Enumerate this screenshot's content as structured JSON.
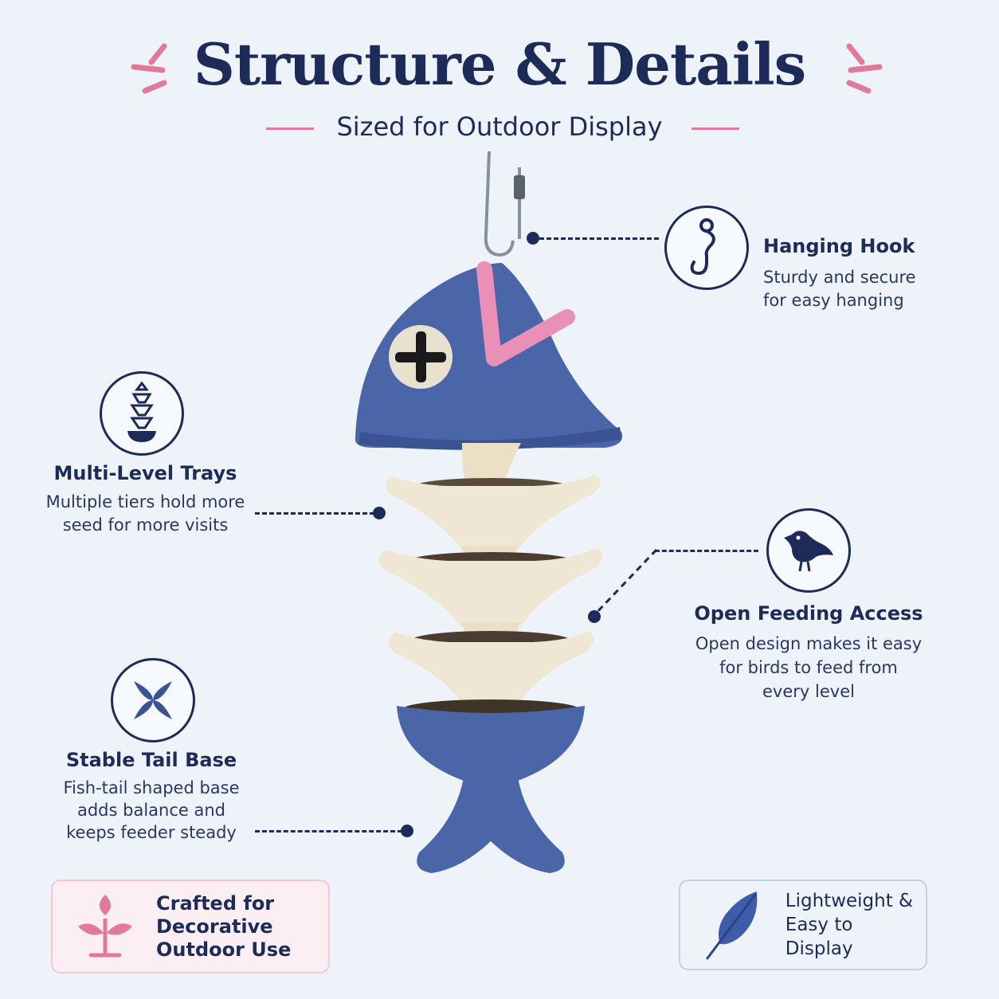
{
  "header": {
    "title": "Structure & Details",
    "subtitle": "Sized for Outdoor Display"
  },
  "colors": {
    "navy": "#1c2b57",
    "accent_pink": "#e07a96",
    "feeder_blue": "#4a65a8",
    "cream": "#efe6d3",
    "background": "#eef3fa"
  },
  "features": {
    "hanging_hook": {
      "icon": "hook-icon",
      "title": "Hanging Hook",
      "desc_line1": "Sturdy and secure",
      "desc_line2": "for easy hanging"
    },
    "multi_level": {
      "icon": "tiered-tray-icon",
      "title": "Multi-Level Trays",
      "desc_line1": "Multiple tiers hold more",
      "desc_line2": "seed for more visits"
    },
    "open_feeding": {
      "icon": "bird-icon",
      "title": "Open Feeding Access",
      "desc_line1": "Open design makes it easy",
      "desc_line2": "for birds to feed from",
      "desc_line3": "every level"
    },
    "tail_base": {
      "icon": "fish-tail-icon",
      "title": "Stable Tail Base",
      "desc_line1": "Fish-tail shaped base",
      "desc_line2": "adds balance and",
      "desc_line3": "keeps feeder steady"
    }
  },
  "cards": {
    "decorative": {
      "icon": "sprout-icon",
      "line1": "Crafted for",
      "line2": "Decorative",
      "line3": "Outdoor Use"
    },
    "lightweight": {
      "icon": "feather-icon",
      "line1": "Lightweight &",
      "line2": "Easy to Display"
    }
  }
}
